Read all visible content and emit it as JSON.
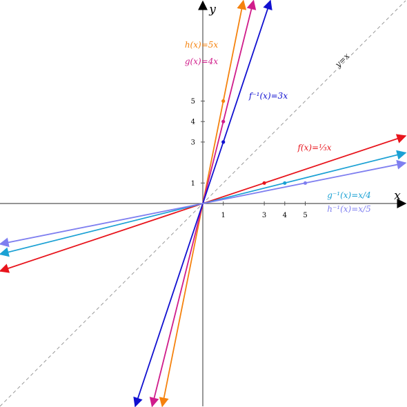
{
  "chart_data": {
    "type": "line",
    "xlabel": "x",
    "ylabel": "y",
    "x_ticks": [
      "1",
      "3",
      "4",
      "5"
    ],
    "y_ticks": [
      "1",
      "3",
      "4",
      "5"
    ],
    "xlim": [
      -9.9,
      10
    ],
    "ylim": [
      -9.9,
      10
    ],
    "identity_line": {
      "label": "y=x",
      "slope": 1,
      "style": "dashed",
      "color": "#999999"
    },
    "series": [
      {
        "name": "h(x)=5x",
        "slope": 5,
        "color": "#f5820d",
        "point": [
          1,
          5
        ]
      },
      {
        "name": "g(x)=4x",
        "slope": 4,
        "color": "#d01c8b",
        "point": [
          1,
          4
        ]
      },
      {
        "name": "f⁻¹(x)=3x",
        "slope": 3,
        "color": "#1010d0",
        "point": [
          1,
          3
        ]
      },
      {
        "name": "f(x)=⅓x",
        "slope": 0.3333,
        "color": "#e8141c",
        "point": [
          3,
          1
        ]
      },
      {
        "name": "g⁻¹(x)=x/4",
        "slope": 0.25,
        "color": "#1ba1d4",
        "point": [
          4,
          1
        ]
      },
      {
        "name": "h⁻¹(x)=x/5",
        "slope": 0.2,
        "color": "#7f7ff0",
        "point": [
          5,
          1
        ]
      }
    ]
  }
}
